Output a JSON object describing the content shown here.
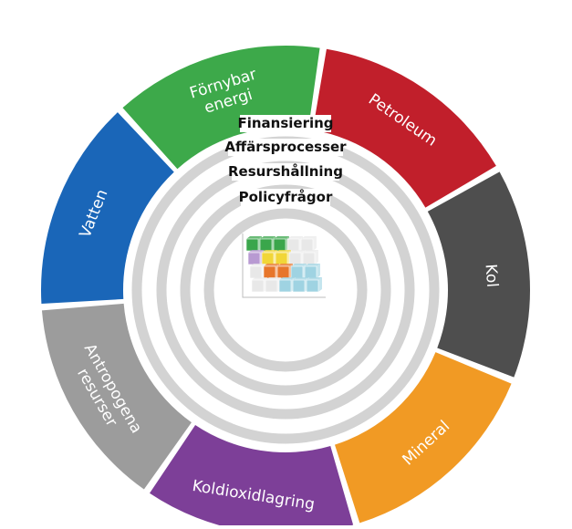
{
  "diagram": {
    "outer_segments": [
      {
        "lines": [
          "Vatten"
        ],
        "color": "#1a66b8"
      },
      {
        "lines": [
          "Förnybar",
          "energi"
        ],
        "color": "#3da94a"
      },
      {
        "lines": [
          "Petroleum"
        ],
        "color": "#c11f2b"
      },
      {
        "lines": [
          "Kol"
        ],
        "color": "#4e4e4e"
      },
      {
        "lines": [
          "Mineral"
        ],
        "color": "#f19a24"
      },
      {
        "lines": [
          "Koldioxidlagring"
        ],
        "color": "#7d3f98"
      },
      {
        "lines": [
          "Antropogena",
          "resurser"
        ],
        "color": "#9c9c9c"
      }
    ],
    "inner_rings": [
      "Finansiering",
      "Affärsprocesser",
      "Resurshållning",
      "Policyfrågor"
    ],
    "ring_color": "#d3d3d3",
    "center_icon": "cube-matrix-icon",
    "cube_colors": {
      "green": "#3aa64b",
      "yellow": "#f1d638",
      "orange": "#e7762b",
      "lightblue": "#9fd3e2",
      "purple": "#b89ad2",
      "ghost": "#e8e8e8"
    }
  }
}
